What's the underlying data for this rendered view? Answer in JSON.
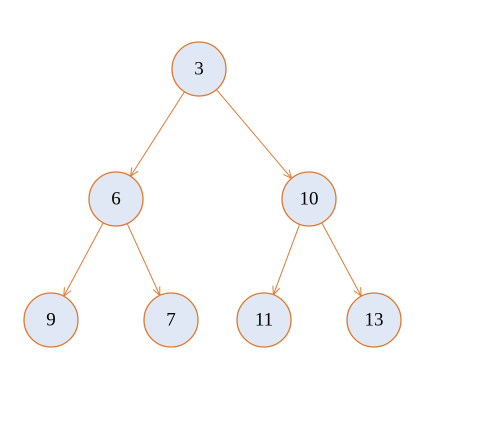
{
  "tree": {
    "colors": {
      "node_fill": "#dfe8f4",
      "node_stroke": "#e0782d",
      "edge": "#e07a33",
      "label": "#000000"
    },
    "nodes": [
      {
        "id": "n3",
        "label": "3"
      },
      {
        "id": "n6",
        "label": "6"
      },
      {
        "id": "n10",
        "label": "10"
      },
      {
        "id": "n9",
        "label": "9"
      },
      {
        "id": "n7",
        "label": "7"
      },
      {
        "id": "n11",
        "label": "11"
      },
      {
        "id": "n13",
        "label": "13"
      }
    ],
    "edges": [
      {
        "from": "n3",
        "to": "n6"
      },
      {
        "from": "n3",
        "to": "n10"
      },
      {
        "from": "n6",
        "to": "n9"
      },
      {
        "from": "n6",
        "to": "n7"
      },
      {
        "from": "n10",
        "to": "n11"
      },
      {
        "from": "n10",
        "to": "n13"
      }
    ]
  }
}
